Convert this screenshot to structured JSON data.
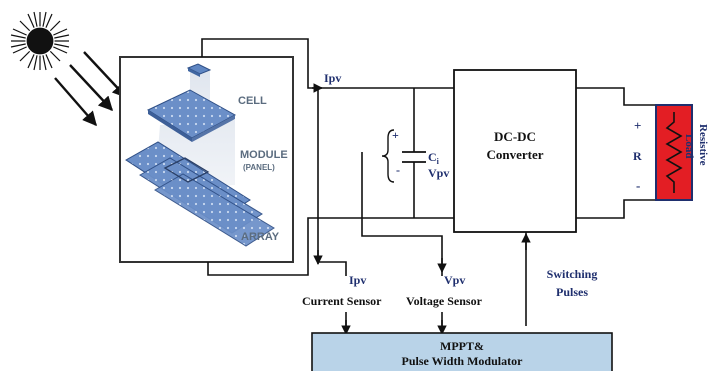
{
  "diagram": {
    "panel_labels": {
      "cell": "CELL",
      "module": "MODULE",
      "panel": "(PANEL)",
      "array": "ARRAY"
    },
    "labels": {
      "ipv_top": "Ipv",
      "ci": "C",
      "ci_sub": "i",
      "vpv_cap": "Vpv",
      "cap_plus": "+",
      "cap_minus": "-",
      "converter_line1": "DC-DC",
      "converter_line2": "Converter",
      "load_plus": "+",
      "load_r": "R",
      "load_minus": "-",
      "resistive": "Resistive",
      "load": "Load",
      "ipv_sense": "Ipv",
      "vpv_sense": "Vpv",
      "current_sensor": "Current Sensor",
      "voltage_sensor": "Voltage Sensor",
      "switching": "Switching",
      "pulses": "Pulses",
      "mppt_line1": "MPPT&",
      "mppt_line2": "Pulse Width Modulator"
    },
    "colors": {
      "wire": "#111111",
      "navy_text": "#1f2f6e",
      "pv_blue": "#5f86c2",
      "mppt_fill": "#b9d3e8",
      "resistor_fill": "#e31e24"
    }
  }
}
